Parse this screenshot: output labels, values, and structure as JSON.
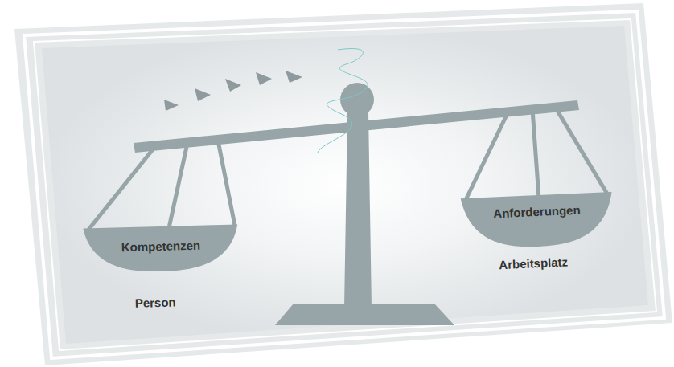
{
  "diagram": {
    "nodes": [
      {
        "text": [
          "Kompetenzen",
          "Person"
        ]
      },
      {
        "text": [
          "Anforderungen",
          "Arbeitsplatz"
        ]
      }
    ]
  }
}
